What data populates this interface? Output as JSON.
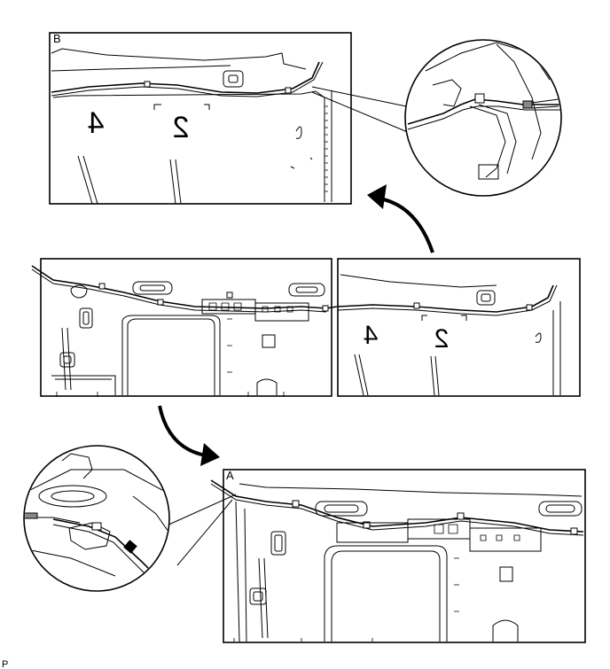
{
  "labels": {
    "view_b": "B",
    "view_a": "A",
    "figure_code": "P"
  },
  "panels": {
    "top_panel_seat_numbers": [
      "4",
      "2"
    ],
    "right_panel_seat_numbers": [
      "4",
      "2"
    ]
  }
}
